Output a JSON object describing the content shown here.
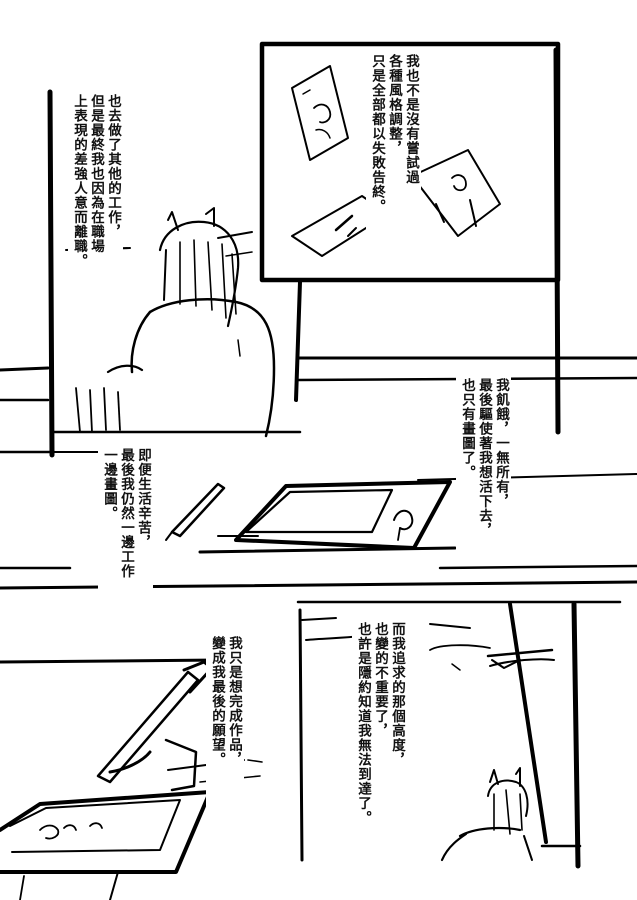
{
  "panels": {
    "p1_inset": {
      "lines": [
        "我也不是沒有嘗試過",
        "各種風格調整，",
        "只是全部都以失敗告終。"
      ]
    },
    "p1_left": {
      "lines": [
        "也去做了其他的工作，",
        "但是最終我也因為在職場",
        "上表現的差強人意而離職。"
      ]
    },
    "p2_right": {
      "lines": [
        "我飢餓，一無所有，",
        "最後驅使著我想活下去，",
        "也只有畫圖了。"
      ]
    },
    "p2_left": {
      "lines": [
        "即便生活辛苦，",
        "最後我仍然一邊工作",
        "一邊畫圖。"
      ]
    },
    "p3_left": {
      "lines": [
        "我只是想完成作品，",
        "變成我最後的願望。"
      ]
    },
    "p3_right": {
      "lines": [
        "而我追求的那個高度，",
        "也變的不重要了，",
        "也許是隱約知道我無法到達了。"
      ]
    }
  }
}
